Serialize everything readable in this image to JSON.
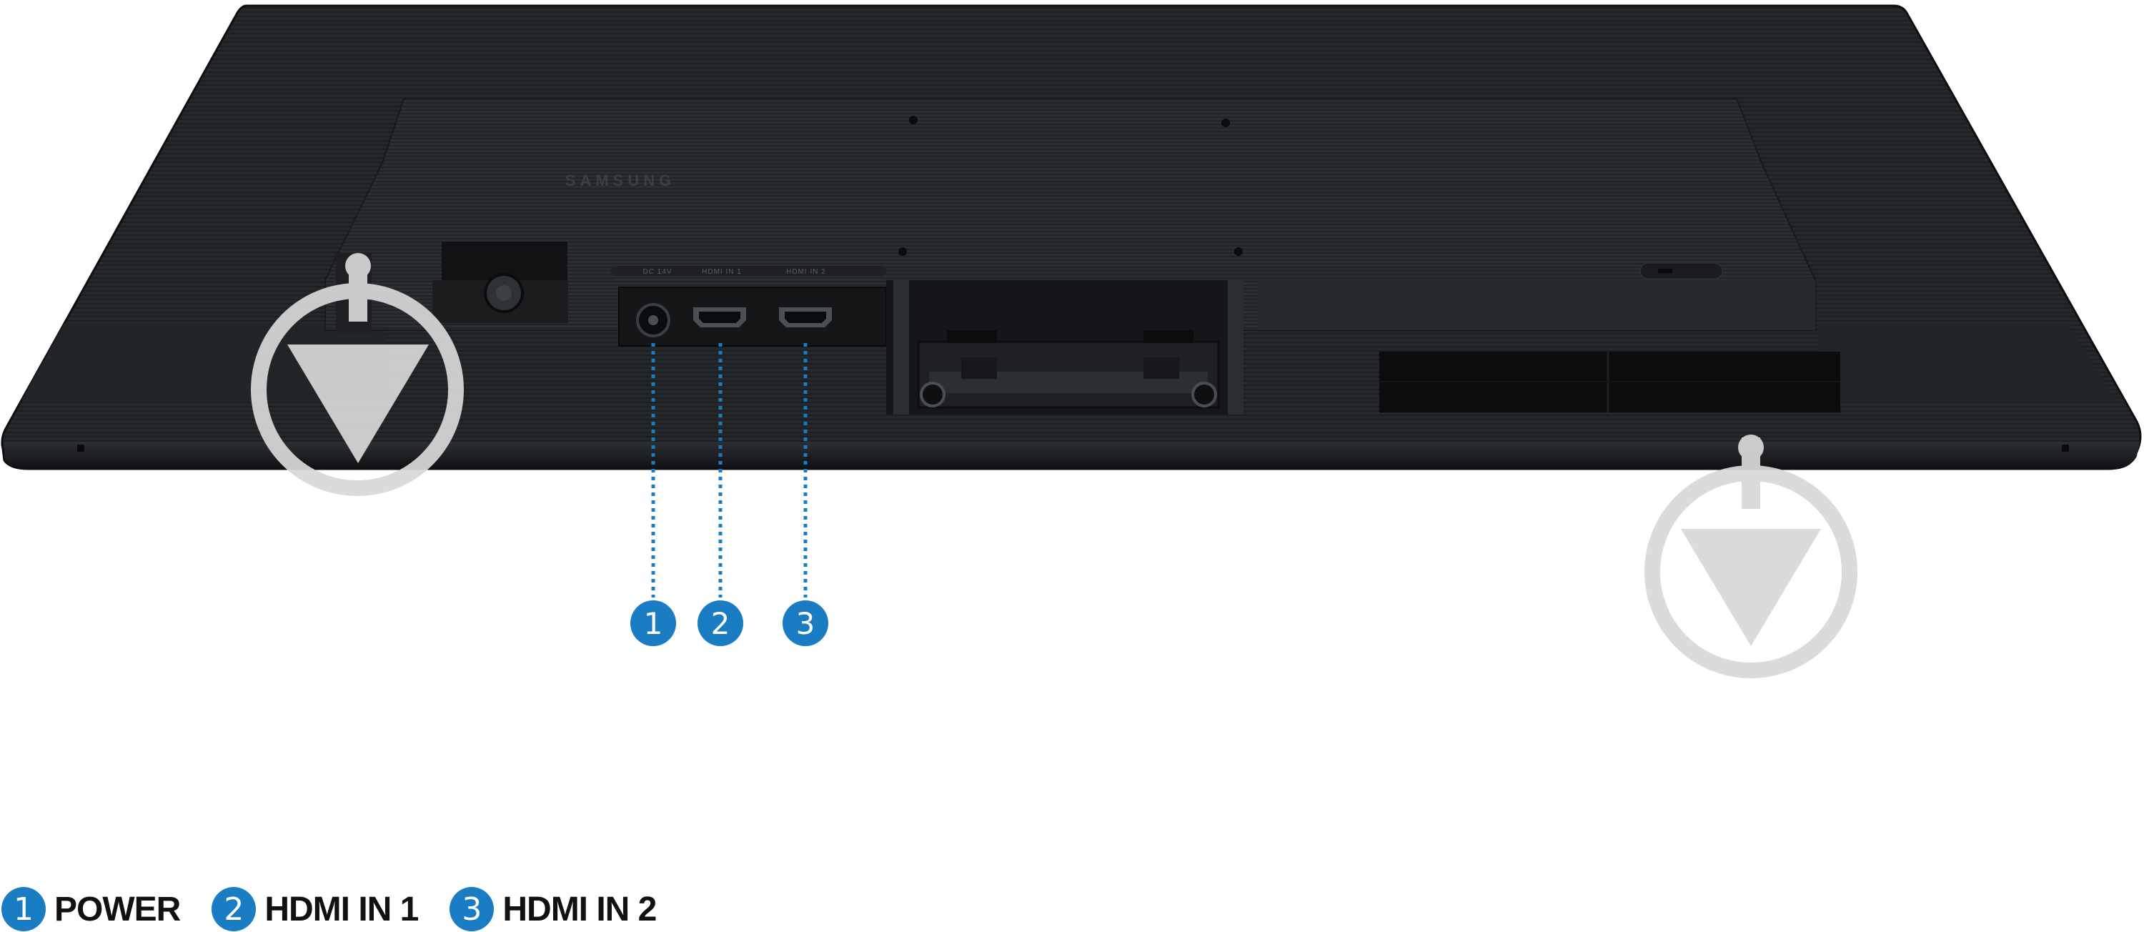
{
  "brand": {
    "logo_text": "SAMSUNG"
  },
  "ports": [
    {
      "number": "1",
      "panel_label": "DC 14V",
      "legend_label": "POWER"
    },
    {
      "number": "2",
      "panel_label": "HDMI IN 1",
      "legend_label": "HDMI IN 1"
    },
    {
      "number": "3",
      "panel_label": "HDMI IN 2",
      "legend_label": "HDMI IN 2"
    }
  ],
  "icons": {
    "stand_install_left": "down-arrow-circle-icon",
    "stand_install_right": "down-arrow-circle-icon"
  },
  "colors": {
    "accent": "#1a7dc4",
    "monitor_body": "#232629",
    "watermark": "#d9d9d9"
  }
}
